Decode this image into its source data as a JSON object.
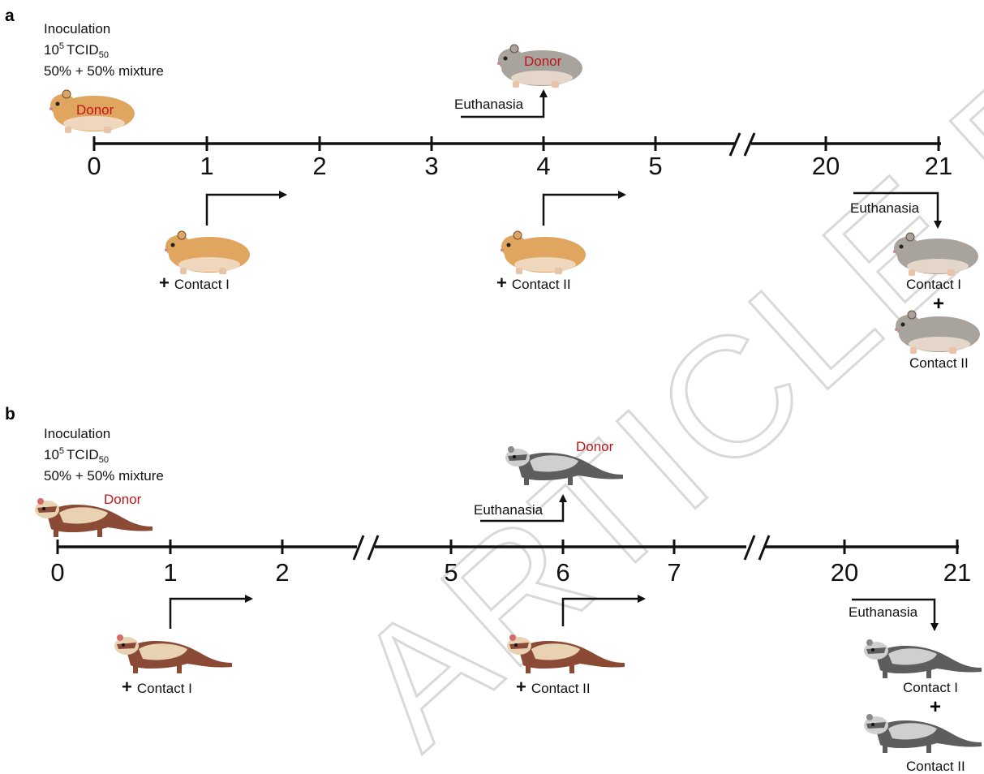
{
  "panels": [
    {
      "letter": "a",
      "inoculation": [
        "Inoculation",
        "5",
        "TCID",
        "50",
        "50% + 50% mixture"
      ],
      "donor_label": "Donor",
      "euthanasia_label": "Euthanasia",
      "ticks": [
        "0",
        "1",
        "2",
        "3",
        "4",
        "5",
        "20",
        "21"
      ],
      "contact_1": "Contact I",
      "contact_2": "Contact II",
      "plus": "+",
      "animal": "hamster"
    },
    {
      "letter": "b",
      "inoculation": [
        "Inoculation",
        "5",
        "TCID",
        "50",
        "50% + 50% mixture"
      ],
      "donor_label": "Donor",
      "euthanasia_label": "Euthanasia",
      "ticks": [
        "0",
        "1",
        "2",
        "5",
        "6",
        "7",
        "20",
        "21"
      ],
      "contact_1": "Contact I",
      "contact_2": "Contact II",
      "plus": "+",
      "animal": "ferret"
    }
  ],
  "watermark": "ARTICLE PREVIEW",
  "colors": {
    "hamster_orange": "#e0a55e",
    "hamster_gray": "#a8a39c",
    "ferret_brown": "#8a4a35",
    "ferret_cream": "#e8d2b2",
    "ferret_gray_dark": "#5d5d5d",
    "ferret_gray_light": "#cfcfcf",
    "donor_red": "#c0161b"
  }
}
